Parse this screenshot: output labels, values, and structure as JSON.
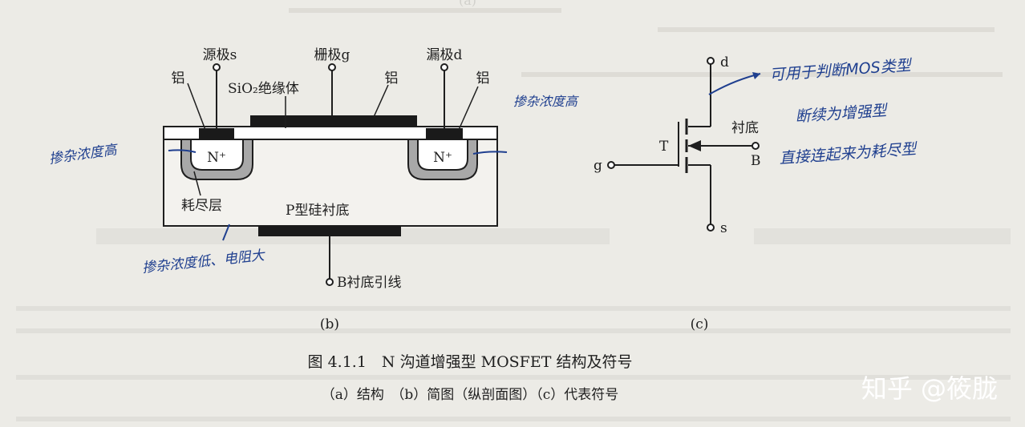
{
  "panel_a_label": "(a)",
  "panel_b": {
    "labels": {
      "source": "源极s",
      "gate": "栅极g",
      "drain": "漏极d",
      "al_left": "铝",
      "al_mid": "铝",
      "al_right": "铝",
      "sio2": "SiO₂绝缘体",
      "n_plus_left": "N⁺",
      "n_plus_right": "N⁺",
      "depletion": "耗尽层",
      "substrate": "P型硅衬底",
      "b_lead": "B衬底引线",
      "panel": "(b)"
    }
  },
  "panel_c": {
    "labels": {
      "d": "d",
      "g": "g",
      "s": "s",
      "b": "B",
      "t": "T",
      "substrate": "衬底",
      "panel": "(c)"
    }
  },
  "annotations": {
    "hand_top": "掺杂浓度高",
    "hand_left": "掺杂浓度高",
    "hand_bottom": "掺杂浓度低、电阻大",
    "hand_right_1": "可用于判断MOS类型",
    "hand_right_2": "断续为增强型",
    "hand_right_3": "直接连起来为耗尽型"
  },
  "caption": {
    "title": "图 4.1.1　N 沟道增强型 MOSFET 结构及符号",
    "subtitle": "（a）结构　（b）简图（纵剖面图）（c）代表符号"
  },
  "watermark": "知乎 @筱胧",
  "colors": {
    "background": "#ecebe6",
    "ink": "#1e1e1e",
    "handwriting": "#1f3f8f",
    "oxide": "#ffffff",
    "metal": "#1a1a1a",
    "depletion": "#a8a8a8"
  }
}
